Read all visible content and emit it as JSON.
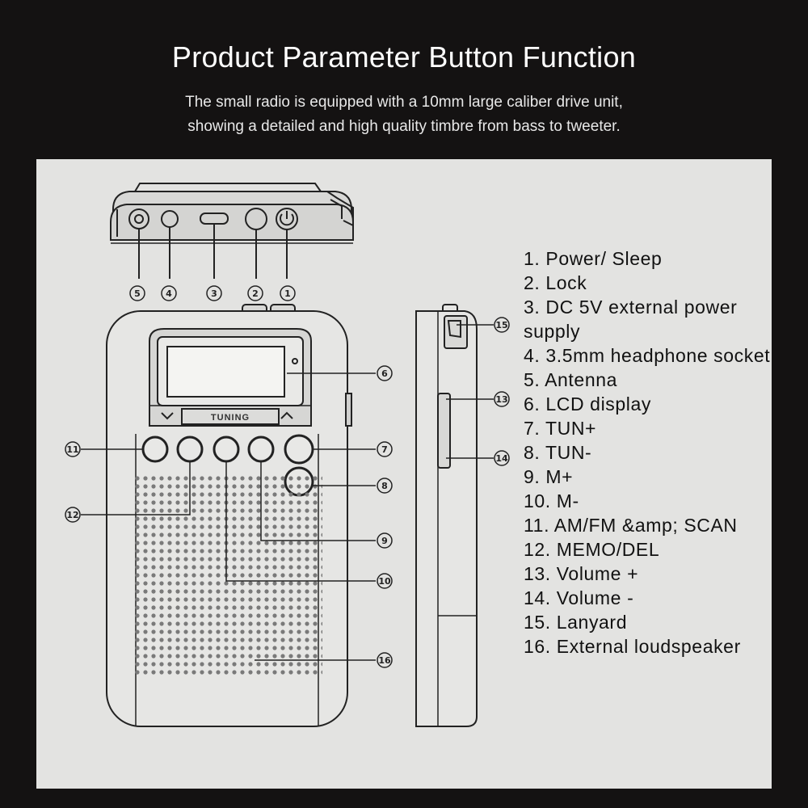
{
  "header": {
    "title": "Product Parameter Button Function",
    "subtitle_line1": "The small radio is equipped with a 10mm large caliber drive unit,",
    "subtitle_line2": "showing a detailed and high quality timbre from bass to tweeter."
  },
  "diagram": {
    "tuning_label": "TUNING",
    "callouts": [
      "1",
      "2",
      "3",
      "4",
      "5",
      "6",
      "7",
      "8",
      "9",
      "10",
      "11",
      "12",
      "13",
      "14",
      "15",
      "16"
    ]
  },
  "legend": [
    "1. Power/ Sleep",
    "2. Lock",
    "3. DC 5V external power supply",
    "4. 3.5mm headphone socket",
    "5. Antenna",
    "6. LCD display",
    "7. TUN+",
    "8. TUN-",
    "9. M+",
    "10. M-",
    "11. AM/FM &amp; SCAN",
    "12. MEMO/DEL",
    "13. Volume +",
    "14. Volume -",
    "15. Lanyard",
    "16. External loudspeaker"
  ],
  "colors": {
    "background": "#141212",
    "panel": "#e3e3e1",
    "line": "#222222"
  }
}
